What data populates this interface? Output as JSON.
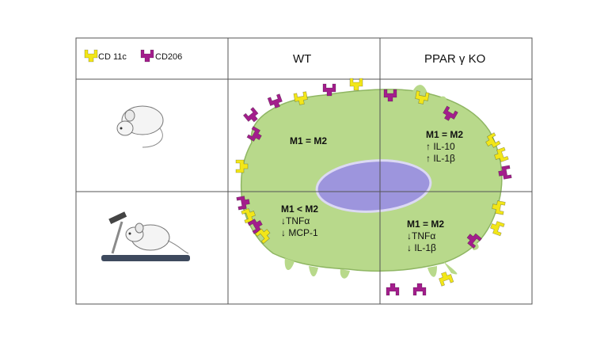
{
  "legend": {
    "cd11c_label": "CD 11c",
    "cd206_label": "CD206",
    "cd11c_color": "#f2e619",
    "cd206_color": "#a31e8c"
  },
  "columns": {
    "wt": "WT",
    "ko": "PPAR γ KO"
  },
  "rows": {
    "sedentary_icon": "mouse-icon",
    "exercise_icon": "treadmill-mouse-icon"
  },
  "cells": {
    "wt_sedentary": {
      "ratio": "M1 = M2",
      "lines": []
    },
    "ko_sedentary": {
      "ratio": "M1 = M2",
      "lines": [
        "↑ IL-10",
        "↑ IL-1β"
      ]
    },
    "wt_exercise": {
      "ratio": "M1 < M2",
      "lines": [
        "↓TNFα",
        "↓ MCP-1"
      ]
    },
    "ko_exercise": {
      "ratio": "M1 = M2",
      "lines": [
        "↓TNFα",
        "↓ IL-1β"
      ]
    }
  },
  "colors": {
    "cell_body": "#b8d98b",
    "cell_border": "#8fb663",
    "nucleus": "#9d95dd",
    "grid": "#555555"
  }
}
